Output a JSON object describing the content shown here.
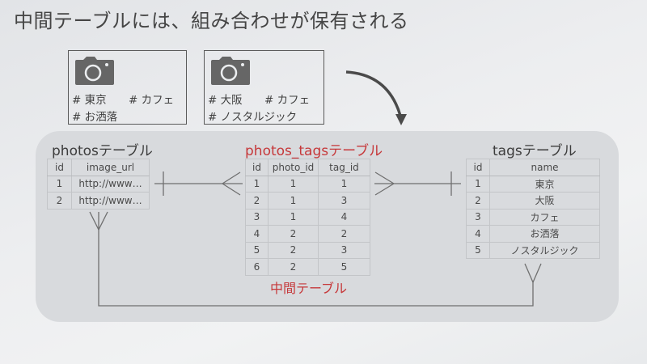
{
  "slide": {
    "title": "中間テーブルには、組み合わせが保有される"
  },
  "photo_cards": [
    {
      "icon": "camera-icon",
      "tags": [
        "# 東京",
        "# カフェ",
        "# お洒落"
      ]
    },
    {
      "icon": "camera-icon",
      "tags": [
        "# 大阪",
        "# カフェ",
        "# ノスタルジック"
      ]
    }
  ],
  "tables": {
    "photos": {
      "title": "photosテーブル",
      "columns": [
        "id",
        "image_url"
      ],
      "rows": [
        [
          "1",
          "http://www…"
        ],
        [
          "2",
          "http://www…"
        ]
      ]
    },
    "photos_tags": {
      "title": "photos_tagsテーブル",
      "caption": "中間テーブル",
      "columns": [
        "id",
        "photo_id",
        "tag_id"
      ],
      "rows": [
        [
          "1",
          "1",
          "1"
        ],
        [
          "2",
          "1",
          "3"
        ],
        [
          "3",
          "1",
          "4"
        ],
        [
          "4",
          "2",
          "2"
        ],
        [
          "5",
          "2",
          "3"
        ],
        [
          "6",
          "2",
          "5"
        ]
      ]
    },
    "tags": {
      "title": "tagsテーブル",
      "columns": [
        "id",
        "name"
      ],
      "rows": [
        [
          "1",
          "東京"
        ],
        [
          "2",
          "大阪"
        ],
        [
          "3",
          "カフェ"
        ],
        [
          "4",
          "お洒落"
        ],
        [
          "5",
          "ノスタルジック"
        ]
      ]
    }
  },
  "relations": [
    {
      "from": "photos",
      "to": "photos_tags",
      "type": "one-to-many"
    },
    {
      "from": "tags",
      "to": "photos_tags",
      "type": "one-to-many"
    },
    {
      "from": "photos",
      "to": "tags",
      "type": "many-to-many"
    }
  ],
  "colors": {
    "accent_red": "#c6383a",
    "panel": "#d8dadd",
    "line": "#6a6a6a",
    "text": "#454545"
  }
}
